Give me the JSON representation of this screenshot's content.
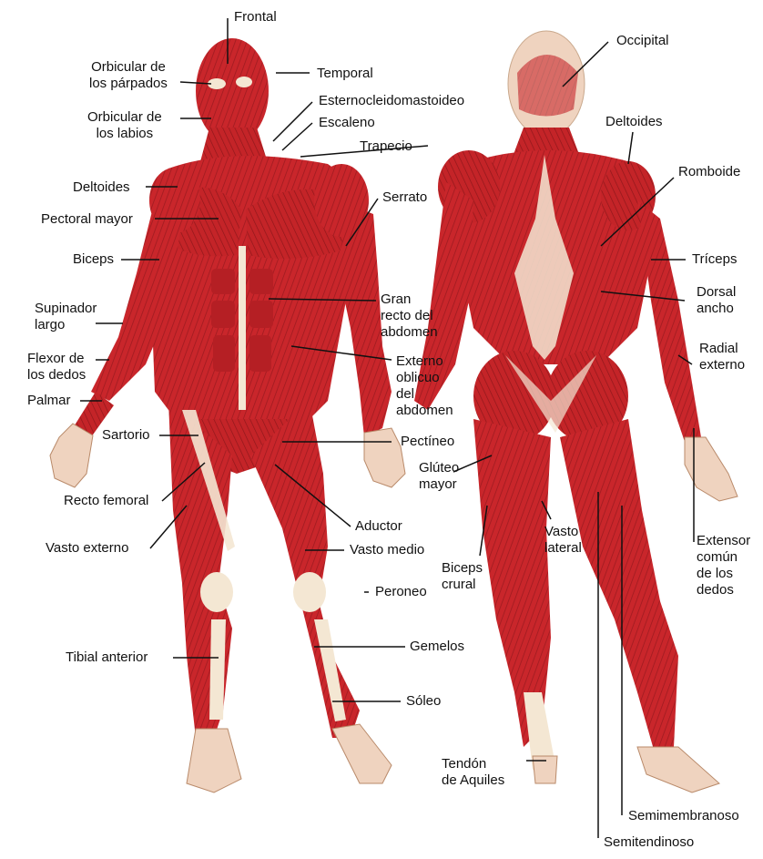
{
  "colors": {
    "muscle": "#c9262b",
    "muscle_dark": "#9e1b20",
    "muscle_light": "#e4575a",
    "tendon": "#f4e7d3",
    "skin": "#efd3bf",
    "line": "#111111"
  },
  "labels": {
    "frontal": "Frontal",
    "orbicular_parpados": "Orbicular de\nlos párpados",
    "temporal": "Temporal",
    "esternocleido": "Esternocleidomastoideo",
    "orbicular_labios": "Orbicular de\nlos labios",
    "escaleno": "Escaleno",
    "trapecio": "Trapecio",
    "deltoides_front": "Deltoides",
    "serrato": "Serrato",
    "pectoral_mayor": "Pectoral mayor",
    "biceps": "Biceps",
    "supinador_largo": "Supinador\nlargo",
    "gran_recto": "Gran\nrecto del\nabdomen",
    "flexor_dedos": "Flexor de\nlos dedos",
    "externo_oblicuo": "Externo\noblicuo\ndel\nabdomen",
    "palmar": "Palmar",
    "sartorio": "Sartorio",
    "pectineo": "Pectíneo",
    "recto_femoral": "Recto femoral",
    "aductor": "Aductor",
    "vasto_externo": "Vasto externo",
    "vasto_medio": "Vasto medio",
    "peroneo": "Peroneo",
    "gemelos": "Gemelos",
    "tibial_anterior": "Tibial anterior",
    "soleo": "Sóleo",
    "occipital": "Occipital",
    "deltoides_back": "Deltoides",
    "romboide": "Romboide",
    "triceps": "Tríceps",
    "dorsal_ancho": "Dorsal\nancho",
    "radial_externo": "Radial\nexterno",
    "gluteo_mayor": "Glúteo\nmayor",
    "vasto_lateral": "Vasto\nlateral",
    "biceps_crural": "Biceps\ncrural",
    "extensor_comun": "Extensor\ncomún\nde los\ndedos",
    "tendon_aquiles": "Tendón\nde Aquiles",
    "semimembranoso": "Semimembranoso",
    "semitendinoso": "Semitendinoso"
  }
}
